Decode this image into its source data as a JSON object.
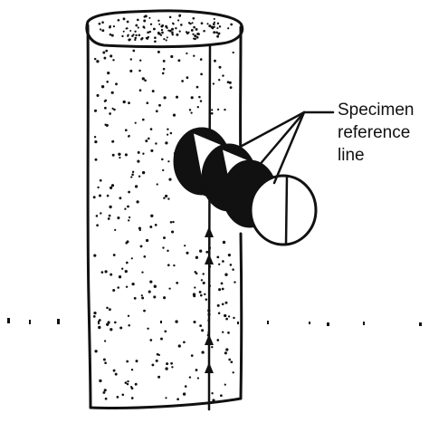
{
  "diagram": {
    "label_lines": [
      "Specimen",
      "reference",
      "line"
    ],
    "colors": {
      "ink": "#111111",
      "background": "#ffffff"
    }
  }
}
